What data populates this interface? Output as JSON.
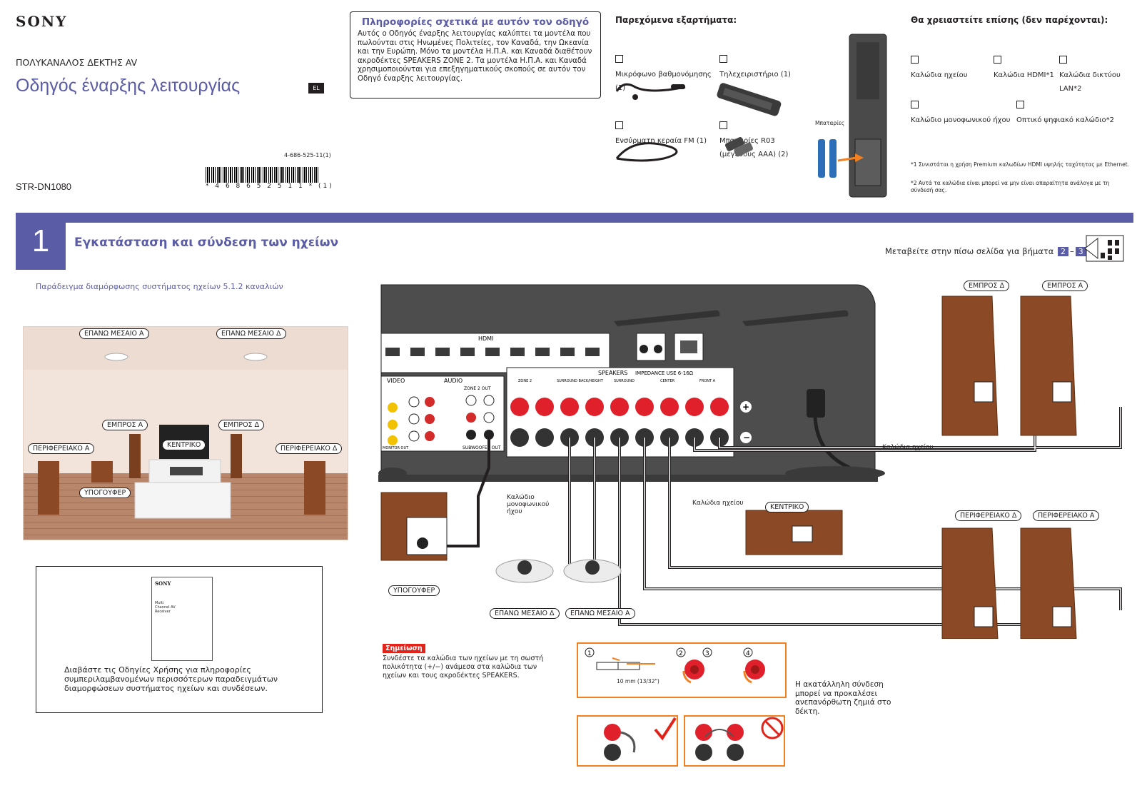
{
  "header": {
    "brand": "SONY",
    "subtitle": "ΠΟΛΥΚΑΝΑΛΟΣ ΔΕΚΤΗΣ AV",
    "title": "Οδηγός έναρξης λειτουργίας",
    "lang_badge": "EL",
    "part_number": "4-686-525-11(1)",
    "barcode_digits": "* 4 6 8 6 5 2 5 1 1 * (1)",
    "model": "STR-DN1080"
  },
  "info_box": {
    "title": "Πληροφορίες σχετικά με αυτόν τον οδηγό",
    "body": "Αυτός ο Οδηγός έναρξης λειτουργίας καλύπτει τα μοντέλα που πωλούνται στις Ηνωμένες Πολιτείες, τον Καναδά, την Ωκεανία και την Ευρώπη. Μόνο τα μοντέλα Η.Π.Α. και Καναδά διαθέτουν ακροδέκτες SPEAKERS ZONE 2. Τα μοντέλα Η.Π.Α. και Καναδά χρησιμοποιούνται για επεξηγηματικούς σκοπούς σε αυτόν τον Οδηγό έναρξης λειτουργίας."
  },
  "supplied": {
    "title": "Παρεχόμενα εξαρτήματα:",
    "items": [
      {
        "label": "Μικρόφωνο βαθμονόμησης (1)"
      },
      {
        "label": "Τηλεχειριστήριο (1)"
      },
      {
        "label": "Ενσύρματη κεραία FM (1)"
      },
      {
        "label": "Μπαταρίες R03 (μεγέθους AAA) (2)"
      }
    ],
    "battery_label": "Μπαταρίες"
  },
  "needed": {
    "title": "Θα χρειαστείτε επίσης (δεν παρέχονται):",
    "items": [
      {
        "label": "Καλώδια ηχείου"
      },
      {
        "label": "Καλώδια HDMI*1"
      },
      {
        "label": "Καλώδια δικτύου LAN*2"
      },
      {
        "label": "Καλώδιο μονοφωνικού ήχου"
      },
      {
        "label": "Οπτικό ψηφιακό καλώδιο*2"
      }
    ],
    "note1": "*1 Συνιστάται η χρήση Premium καλωδίων HDMI υψηλής ταχύτητας με Ethernet.",
    "note2": "*2 Αυτά τα καλώδια είναι μπορεί να μην είναι απαραίτητα ανάλογα με τη σύνδεσή σας."
  },
  "step": {
    "number": "1",
    "title": "Εγκατάσταση και σύνδεση των ηχείων",
    "goto_text": "Μεταβείτε στην πίσω σελίδα για βήματα",
    "goto_step_a": "2",
    "goto_dash": "–",
    "goto_step_b": "3",
    "goto_dot": "."
  },
  "example_title": "Παράδειγμα διαμόρφωσης συστήματος ηχείων 5.1.2 καναλιών",
  "room_tags": {
    "top_mid_left": "ΕΠΑΝΩ ΜΕΣΑΙΟ Α",
    "top_mid_right": "ΕΠΑΝΩ ΜΕΣΑΙΟ Δ",
    "front_left": "ΕΜΠΡΟΣ Α",
    "front_right": "ΕΜΠΡΟΣ Δ",
    "center": "ΚΕΝΤΡΙΚΟ",
    "surround_left": "ΠΕΡΙΦΕΡΕΙΑΚΟ Α",
    "surround_right": "ΠΕΡΙΦΕΡΕΙΑΚΟ Δ",
    "subwoofer": "ΥΠΟΓΟΥΦΕΡ"
  },
  "manual": {
    "brand": "SONY",
    "cover_text": "Multi Channel AV Receiver",
    "text": "Διαβάστε τις Οδηγίες Χρήσης για πληροφορίες συμπεριλαμβανομένων περισσότερων παραδειγμάτων διαμορφώσεων συστήματος ηχείων και συνδέσεων."
  },
  "diagram": {
    "panel_labels": {
      "hdmi": "HDMI",
      "video": "VIDEO",
      "audio": "AUDIO",
      "zone2_out": "ZONE 2 OUT",
      "subwoofer_out": "SUBWOOFER OUT",
      "monitor_out": "MONITOR OUT",
      "speakers": "SPEAKERS",
      "impedance": "IMPEDANCE USE 6-16Ω",
      "zone2": "ZONE 2",
      "surround_back": "SURROUND BACK/HEIGHT",
      "surround": "SURROUND",
      "center": "CENTER",
      "front_a": "FRONT A"
    },
    "cable_speaker": "Καλώδια ηχείου",
    "cable_mono": "Καλώδιο μονοφωνικού ήχου",
    "tags": {
      "front_right": "ΕΜΠΡΟΣ Δ",
      "front_left": "ΕΜΠΡΟΣ Α",
      "center": "ΚΕΝΤΡΙΚΟ",
      "surround_right": "ΠΕΡΙΦΕΡΕΙΑΚΟ Δ",
      "surround_left": "ΠΕΡΙΦΕΡΕΙΑΚΟ Α",
      "subwoofer": "ΥΠΟΓΟΥΦΕΡ",
      "top_mid_right": "ΕΠΑΝΩ ΜΕΣΑΙΟ Δ",
      "top_mid_left": "ΕΠΑΝΩ ΜΕΣΑΙΟ Α"
    },
    "strip_length": "10 mm (13/32\")",
    "steps": [
      "1",
      "2",
      "3",
      "4"
    ]
  },
  "note": {
    "tag": "Σημείωση",
    "text": "Συνδέστε τα καλώδια των ηχείων με τη σωστή πολικότητα (+/−) ανάμεσα στα καλώδια των ηχείων και τους ακροδέκτες SPEAKERS.",
    "warning": "Η ακατάλληλη σύνδεση μπορεί να προκαλέσει ανεπανόρθωτη ζημιά στο δέκτη."
  },
  "colors": {
    "accent": "#5b5ca6",
    "orange": "#f08020",
    "red": "#e2231a",
    "wood": "#a0612e"
  }
}
